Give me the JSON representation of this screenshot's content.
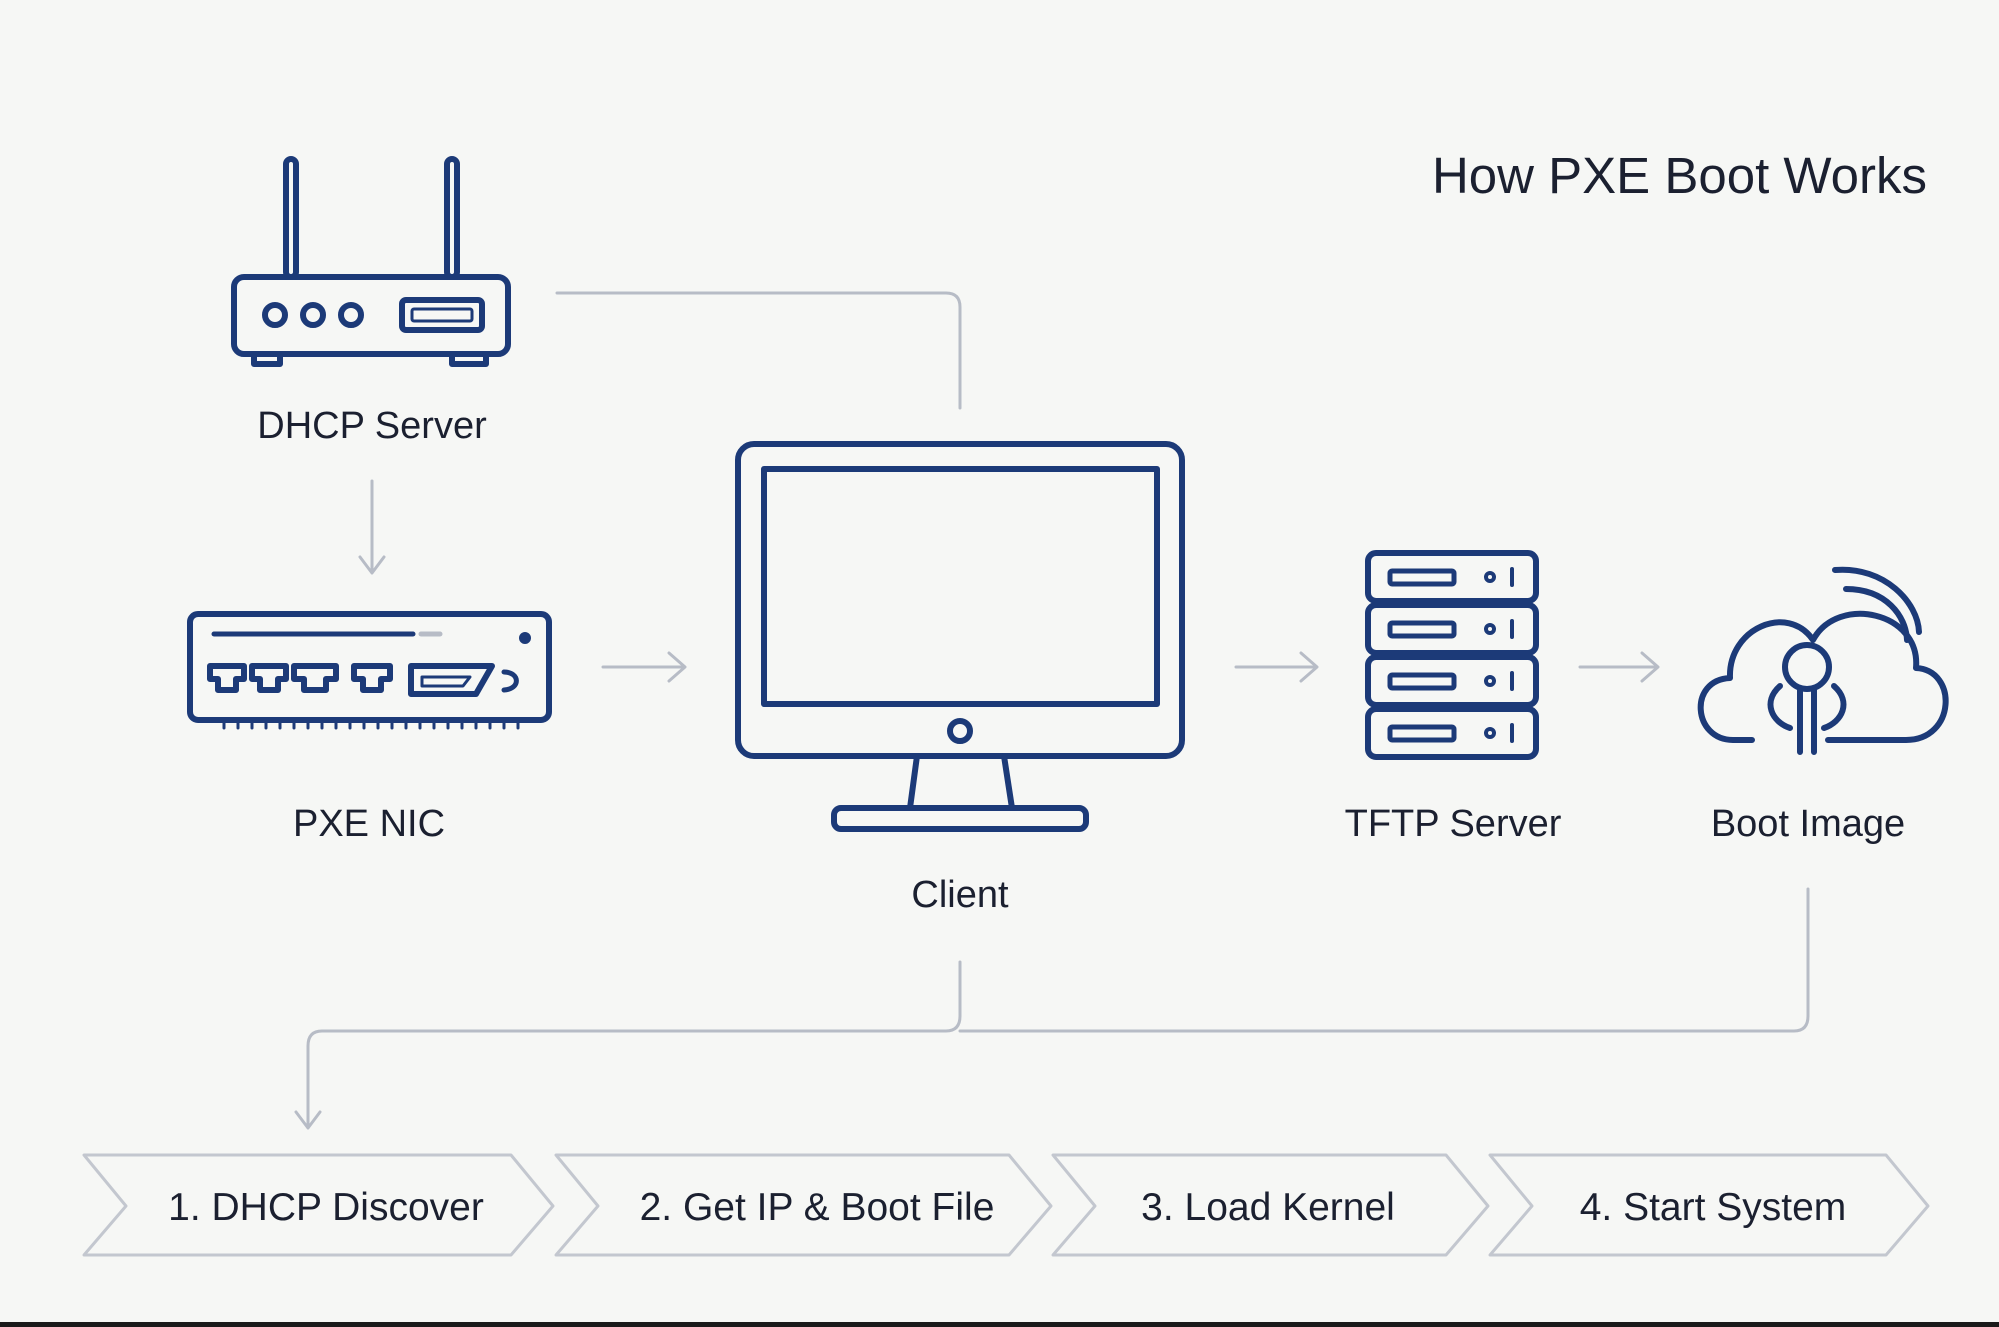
{
  "title": "How PXE Boot Works",
  "nodes": {
    "dhcp_server": {
      "label": "DHCP Server",
      "icon": "router-icon"
    },
    "pxe_nic": {
      "label": "PXE NIC",
      "icon": "network-card-icon"
    },
    "client": {
      "label": "Client",
      "icon": "monitor-icon"
    },
    "tftp_server": {
      "label": "TFTP Server",
      "icon": "server-rack-icon"
    },
    "boot_image": {
      "label": "Boot Image",
      "icon": "cloud-download-icon"
    }
  },
  "steps": [
    {
      "label": "1. DHCP Discover"
    },
    {
      "label": "2. Get IP & Boot File"
    },
    {
      "label": "3. Load Kernel"
    },
    {
      "label": "4. Start System"
    }
  ],
  "colors": {
    "icon_stroke": "#1c3a78",
    "connector": "#b7bcc6",
    "step_border": "#c3c7cf",
    "text": "#1b2030",
    "background": "#f6f7f5"
  }
}
